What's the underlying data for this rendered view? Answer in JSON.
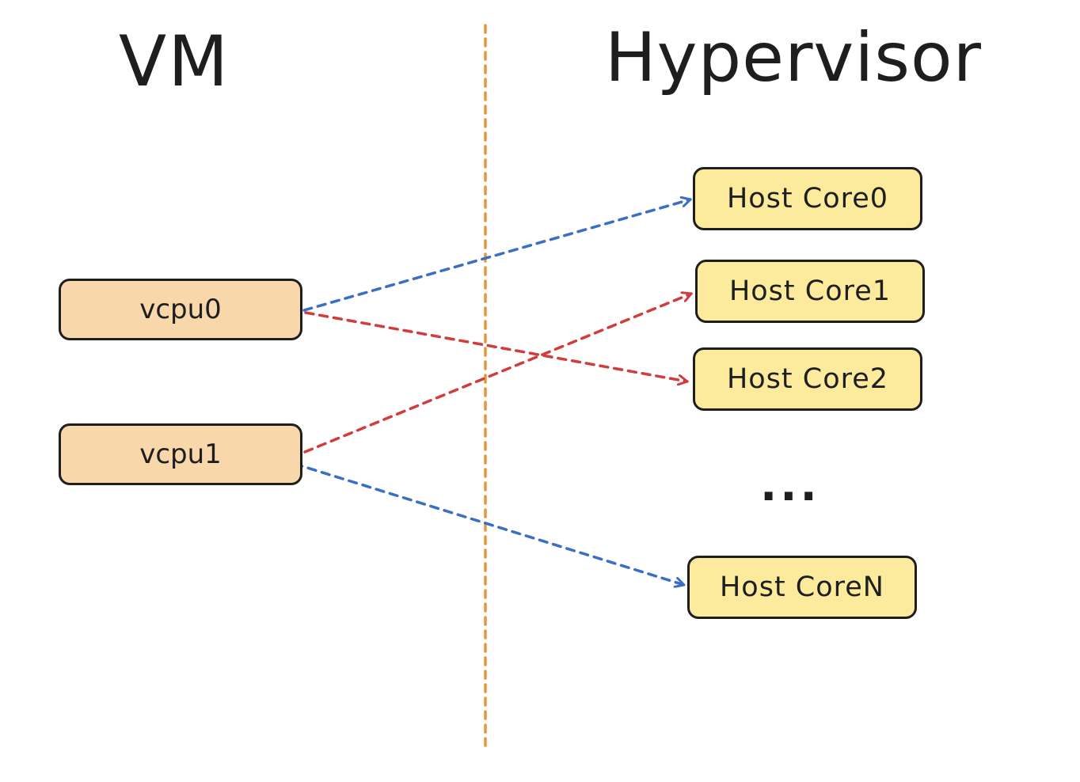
{
  "headings": {
    "vm": "VM",
    "hypervisor": "Hypervisor"
  },
  "vm": {
    "vcpus": [
      "vcpu0",
      "vcpu1"
    ]
  },
  "hypervisor": {
    "cores": [
      "Host Core0",
      "Host Core1",
      "Host Core2",
      "Host CoreN"
    ],
    "ellipsis": "..."
  },
  "colors": {
    "vcpu_fill": "#f8d8ab",
    "core_fill": "#fceb9c",
    "stroke": "#1e1e1e",
    "divider": "#e8953a",
    "blue_arrow": "#3a6fc4",
    "red_arrow": "#d13c3c"
  }
}
